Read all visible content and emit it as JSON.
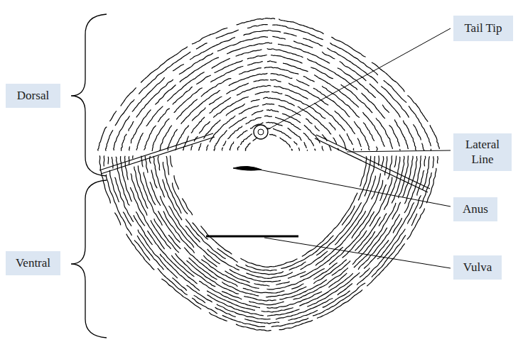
{
  "diagram": {
    "nodes": [
      {
        "text": [
          "Tail Tip"
        ]
      },
      {
        "text": [
          "Dorsal"
        ]
      },
      {
        "text": [
          "Lateral Line"
        ]
      },
      {
        "text": [
          "Anus"
        ]
      },
      {
        "text": [
          "Ventral"
        ]
      },
      {
        "text": [
          "Vulva"
        ]
      }
    ]
  }
}
